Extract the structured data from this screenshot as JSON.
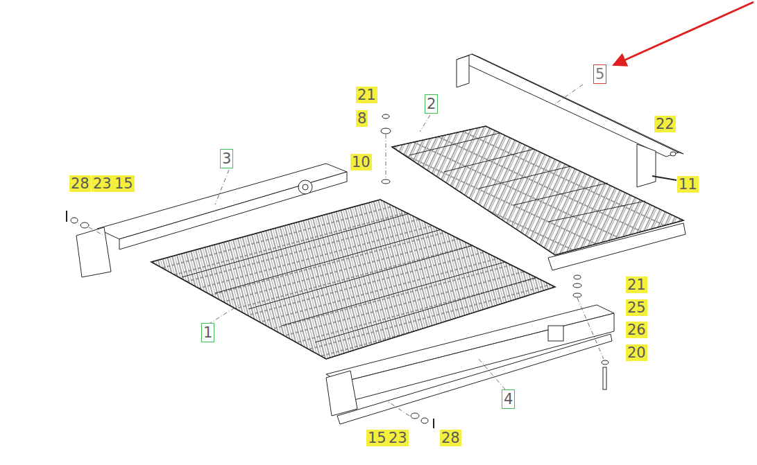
{
  "diagram": {
    "labels": [
      "5",
      "21",
      "22",
      "8",
      "2",
      "10",
      "3",
      "11",
      "28",
      "23",
      "15",
      "21",
      "25",
      "1",
      "26",
      "20",
      "4",
      "15",
      "23",
      "28"
    ]
  }
}
